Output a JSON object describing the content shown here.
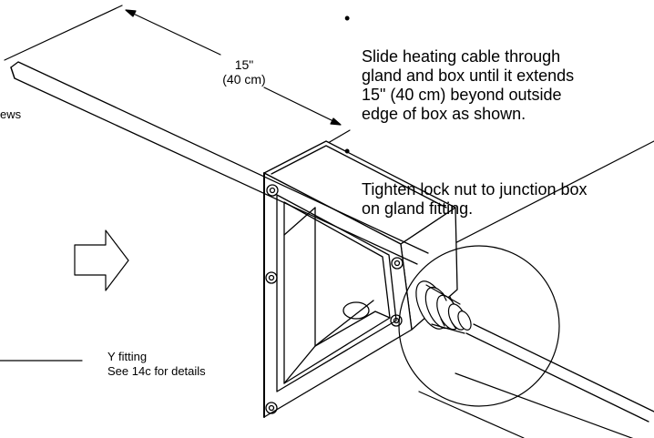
{
  "instructions": {
    "bullet_glyph": "•",
    "steps": [
      "Slide heating cable through\ngland and box until it extends\n15\" (40 cm) beyond outside\nedge of box as shown.",
      "Tighten lock nut to junction box\non gland fitting."
    ]
  },
  "dimension": {
    "imperial": "15\"",
    "metric": "(40 cm)"
  },
  "callouts": {
    "clipped_left": "ews",
    "y_fitting_title": "Y fitting",
    "y_fitting_ref": "See 14c for details"
  }
}
